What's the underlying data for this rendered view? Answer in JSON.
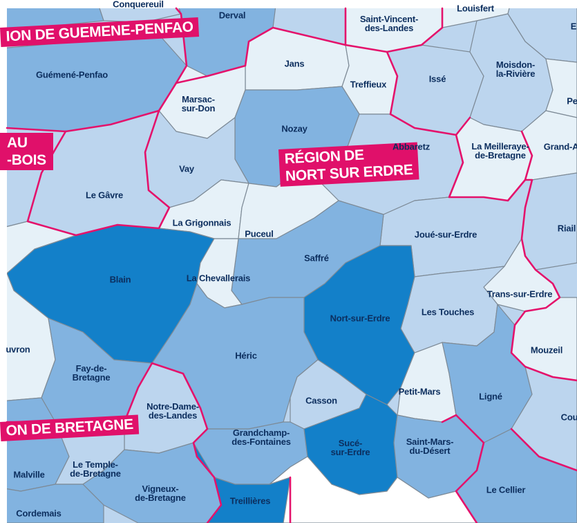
{
  "colors": {
    "very_light": "#e6f1f8",
    "light": "#bcd5ee",
    "medium": "#82b3e0",
    "dark": "#3d8fd6",
    "darkest": "#1380c9",
    "region_border": "#e4126b",
    "region_label_bg": "#e0106a",
    "label_text": "#0c2e5e"
  },
  "regions": {
    "guemene": "ION DE GUEMENE-PENFAO",
    "nozay_line1": "AU",
    "nozay_line2": "-BOIS",
    "nort_line1": "RÉGION DE",
    "nort_line2": "NORT SUR ERDRE",
    "bretagne": "ON DE BRETAGNE"
  },
  "communes": {
    "conquereuil": "Conquereuil",
    "derval": "Derval",
    "saint_vincent": "Saint-Vincent-\ndes-Landes",
    "louisfert": "Louisfert",
    "e_edge": "E",
    "guemene_penfao": "Guémené-Penfao",
    "jans": "Jans",
    "treffieux": "Treffieux",
    "isse": "Issé",
    "moisdon": "Moisdon-\nla-Rivière",
    "pe_edge": "Pe",
    "marsac": "Marsac-\nsur-Don",
    "nozay": "Nozay",
    "abbaretz": "Abbaretz",
    "la_meilleraye": "La Meilleraye-\nde-Bretagne",
    "grand_edge": "Grand-A",
    "vay": "Vay",
    "le_gavre": "Le Gâvre",
    "la_grigonnais": "La Grigonnais",
    "puceul": "Puceul",
    "joue": "Joué-sur-Erdre",
    "riail_edge": "Riail",
    "saffre": "Saffré",
    "blain": "Blain",
    "la_chevallerais": "La Chevallerais",
    "trans": "Trans-sur-Erdre",
    "les_touches": "Les Touches",
    "nort": "Nort-sur-Erdre",
    "savenay_edge": "uvron",
    "heric": "Héric",
    "mouzeil": "Mouzeil",
    "fay": "Fay-de-\nBretagne",
    "petit_mars": "Petit-Mars",
    "ligne": "Ligné",
    "casson": "Casson",
    "notre_dame": "Notre-Dame-\ndes-Landes",
    "cou_edge": "Cou",
    "grandchamp": "Grandchamp-\ndes-Fontaines",
    "suce": "Sucé-\nsur-Erdre",
    "saint_mars": "Saint-Mars-\ndu-Désert",
    "malville": "Malville",
    "le_temple": "Le Temple-\nde-Bretagne",
    "vigneux": "Vigneux-\nde-Bretagne",
    "le_cellier": "Le Cellier",
    "treillieres": "Treillières",
    "cordemais": "Cordemais"
  }
}
